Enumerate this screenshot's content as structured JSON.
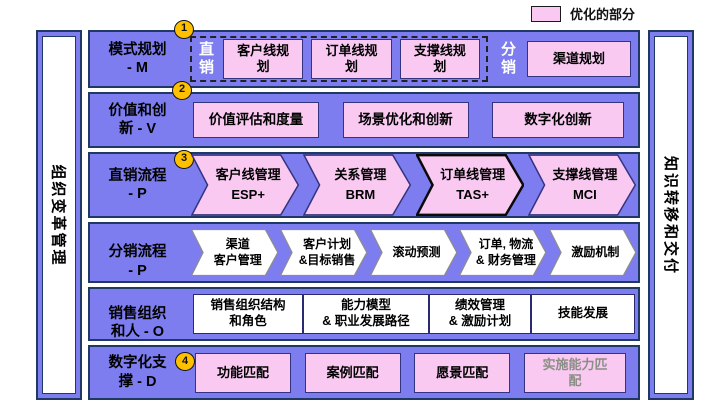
{
  "legend": {
    "label": "优化的部分",
    "swatch_color": "#f9c9f2"
  },
  "left_bar": {
    "label": "组织变革管理"
  },
  "right_bar": {
    "label": "知识转移和交付"
  },
  "colors": {
    "row_background": "#7d7df0",
    "row_border": "#1f3864",
    "highlight_pink": "#f9c9f2",
    "badge_yellow": "#ffc000",
    "muted_text": "#8a8f85"
  },
  "rows": [
    {
      "label": "模式规划\n- M",
      "badge": "1",
      "direct_group": {
        "label": "直销",
        "boxes": [
          "客户线规\n划",
          "订单线规\n划",
          "支撑线规\n划"
        ]
      },
      "dist_group": {
        "label": "分销",
        "box": "渠道规划"
      }
    },
    {
      "label": "价值和创\n新 - V",
      "badge": "2",
      "boxes": [
        "价值评估和度量",
        "场景优化和创新",
        "数字化创新"
      ]
    },
    {
      "label": "直销流程\n- P",
      "badge": "3",
      "chevrons": [
        {
          "title": "客户线管理",
          "code": "ESP+"
        },
        {
          "title": "关系管理",
          "code": "BRM"
        },
        {
          "title": "订单线管理",
          "code": "TAS+"
        },
        {
          "title": "支撑线管理",
          "code": "MCI"
        }
      ]
    },
    {
      "label": "分销流程\n- P",
      "chevrons": [
        "渠道\n客户管理",
        "客户计划\n&目标销售",
        "滚动预测",
        "订单, 物流\n& 财务管理",
        "激励机制"
      ]
    },
    {
      "label": "销售组织\n和人 - O",
      "boxes": [
        "销售组织结构\n和角色",
        "能力模型\n& 职业发展路径",
        "绩效管理\n& 激励计划",
        "技能发展"
      ]
    },
    {
      "label": "数字化支\n撑 - D",
      "badge": "4",
      "boxes": [
        "功能匹配",
        "案例匹配",
        "愿景匹配",
        "实施能力匹\n配"
      ]
    }
  ]
}
